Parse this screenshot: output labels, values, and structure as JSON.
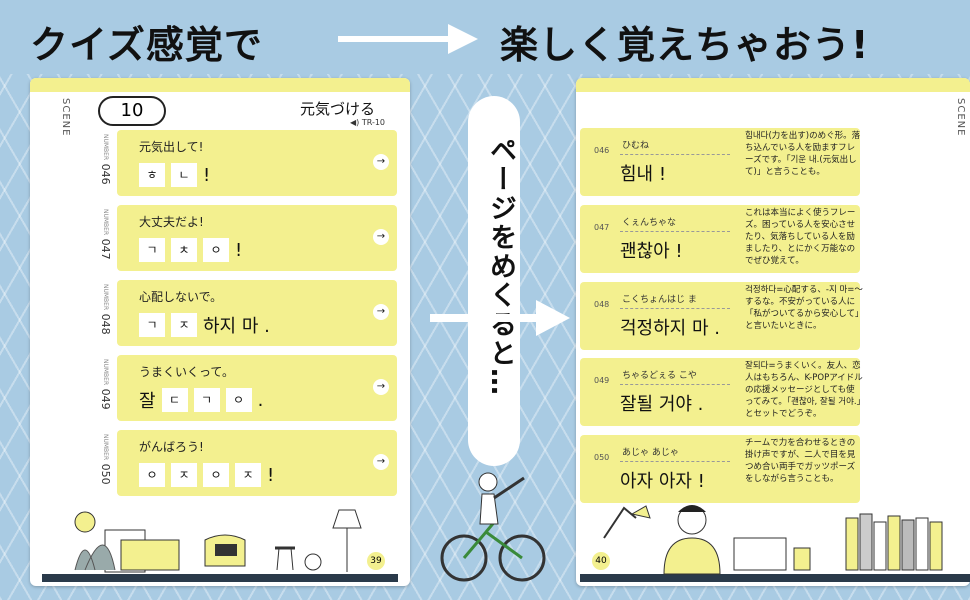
{
  "banner": {
    "left": "クイズ感覚で",
    "right": "楽しく覚えちゃおう!"
  },
  "left_page": {
    "scene_label": "SCENE",
    "scene_no": "10",
    "title": "元気づける",
    "track": "◀) TR-10",
    "page_no": "39",
    "number_label": "NUMBER",
    "cards": [
      {
        "no": "046",
        "cap": "元気出して!",
        "boxes": [
          "ㅎ",
          "ㄴ"
        ],
        "tail": "!"
      },
      {
        "no": "047",
        "cap": "大丈夫だよ!",
        "boxes": [
          "ㄱ",
          "ㅊ",
          "ㅇ"
        ],
        "tail": "!"
      },
      {
        "no": "048",
        "cap": "心配しないで。",
        "boxes": [
          "ㄱ",
          "ㅈ"
        ],
        "tail": "하지 마 ."
      },
      {
        "no": "049",
        "cap": "うまくいくって。",
        "lead": "잘",
        "boxes": [
          "ㄷ",
          "ㄱ",
          "ㅇ"
        ],
        "tail": "."
      },
      {
        "no": "050",
        "cap": "がんばろう!",
        "boxes": [
          "ㅇ",
          "ㅈ",
          "ㅇ",
          "ㅈ"
        ],
        "tail": "!"
      }
    ]
  },
  "middle": {
    "text": "ページをめくると…"
  },
  "right_page": {
    "scene_label": "SCENE",
    "page_no": "40",
    "cards": [
      {
        "no": "046",
        "pron": "ひむね",
        "kor": "힘내 !",
        "note": "힘내다(力を出す)のめぐ形。落ち込んでいる人を励ますフレーズです。「기운 내.(元気出して)」と言うことも。"
      },
      {
        "no": "047",
        "pron": "くぇんちゃな",
        "kor": "괜찮아 !",
        "note": "これは本当によく使うフレーズ。困っている人を安心させたり、気落ちしている人を励ましたり、とにかく万能なのでぜひ覚えて。"
      },
      {
        "no": "048",
        "pron": "こくちょんはじ ま",
        "kor": "걱정하지 마 .",
        "note": "걱정하다=心配する、-지 마=〜するな。不安がっている人に「私がついてるから安心して」と言いたいときに。"
      },
      {
        "no": "049",
        "pron": "ちゃるどぇる こや",
        "kor": "잘될 거야 .",
        "note": "잘되다=うまくいく。友人、恋人はもちろん、K-POPアイドルの応援メッセージとしても使ってみて。「괜찮아, 잘될 거야.」とセットでどうぞ。"
      },
      {
        "no": "050",
        "pron": "あじゃ あじゃ",
        "kor": "아자 아자 !",
        "note": "チームで力を合わせるときの掛け声ですが、二人で目を見つめ合い両手でガッツポーズをしながら言うことも。"
      }
    ]
  }
}
